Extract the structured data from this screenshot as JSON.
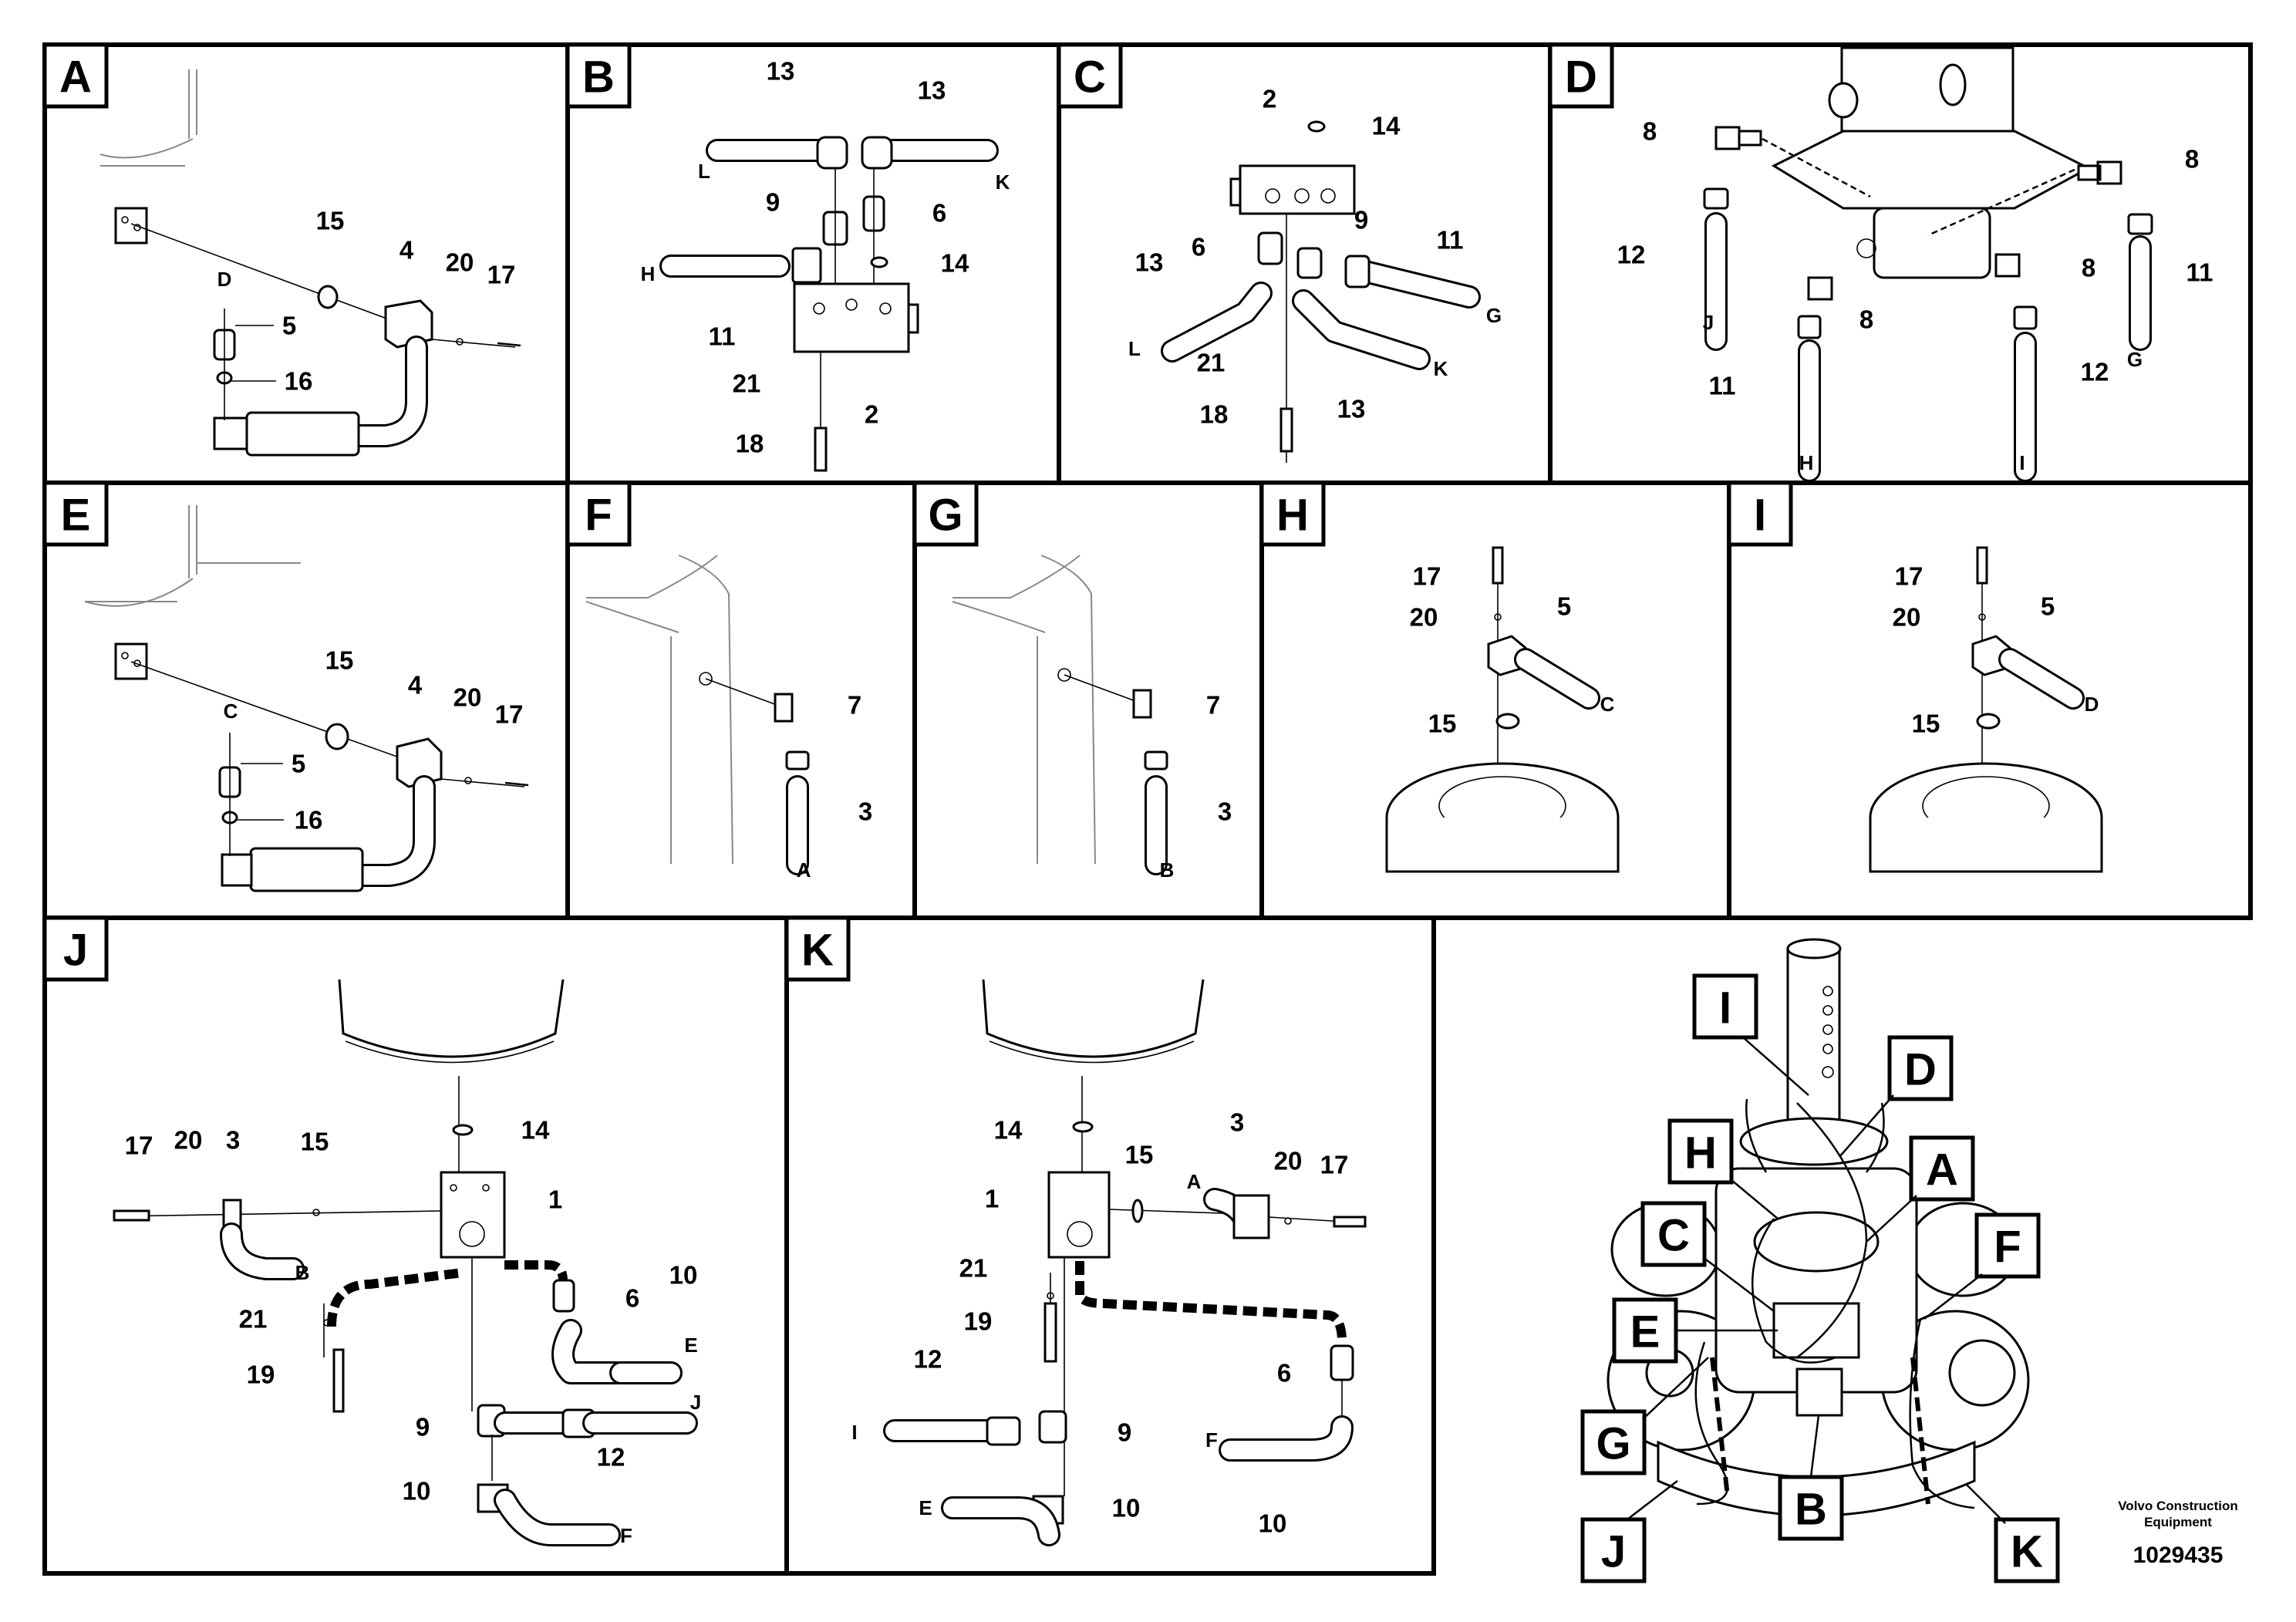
{
  "panels": [
    {
      "id": "A",
      "callouts": [
        "15",
        "4",
        "20",
        "17",
        "D",
        "5",
        "16"
      ]
    },
    {
      "id": "B",
      "callouts": [
        "13",
        "13",
        "L",
        "K",
        "9",
        "6",
        "14",
        "H",
        "11",
        "21",
        "2",
        "18"
      ]
    },
    {
      "id": "C",
      "callouts": [
        "2",
        "14",
        "6",
        "9",
        "11",
        "13",
        "L",
        "21",
        "K",
        "G",
        "18",
        "13"
      ]
    },
    {
      "id": "D",
      "callouts": [
        "8",
        "8",
        "12",
        "J",
        "8",
        "8",
        "11",
        "G",
        "11",
        "H",
        "12",
        "I"
      ]
    },
    {
      "id": "E",
      "callouts": [
        "15",
        "4",
        "20",
        "17",
        "C",
        "5",
        "16"
      ]
    },
    {
      "id": "F",
      "callouts": [
        "7",
        "3",
        "A"
      ]
    },
    {
      "id": "G",
      "callouts": [
        "7",
        "3",
        "B"
      ]
    },
    {
      "id": "H",
      "callouts": [
        "17",
        "20",
        "5",
        "C",
        "15"
      ]
    },
    {
      "id": "I",
      "callouts": [
        "17",
        "20",
        "5",
        "D",
        "15"
      ]
    },
    {
      "id": "J",
      "callouts": [
        "17",
        "20",
        "3",
        "15",
        "14",
        "1",
        "B",
        "6",
        "10",
        "E",
        "21",
        "19",
        "9",
        "J",
        "12",
        "10",
        "F"
      ]
    },
    {
      "id": "K",
      "callouts": [
        "14",
        "15",
        "3",
        "A",
        "20",
        "17",
        "1",
        "21",
        "19",
        "6",
        "12",
        "I",
        "9",
        "F",
        "10",
        "E",
        "10"
      ]
    }
  ],
  "overview": {
    "tags": [
      "I",
      "D",
      "H",
      "A",
      "C",
      "F",
      "E",
      "G",
      "B",
      "J",
      "K"
    ]
  },
  "footer": {
    "manufacturer_line1": "Volvo Construction",
    "manufacturer_line2": "Equipment",
    "document_number": "1029435"
  }
}
